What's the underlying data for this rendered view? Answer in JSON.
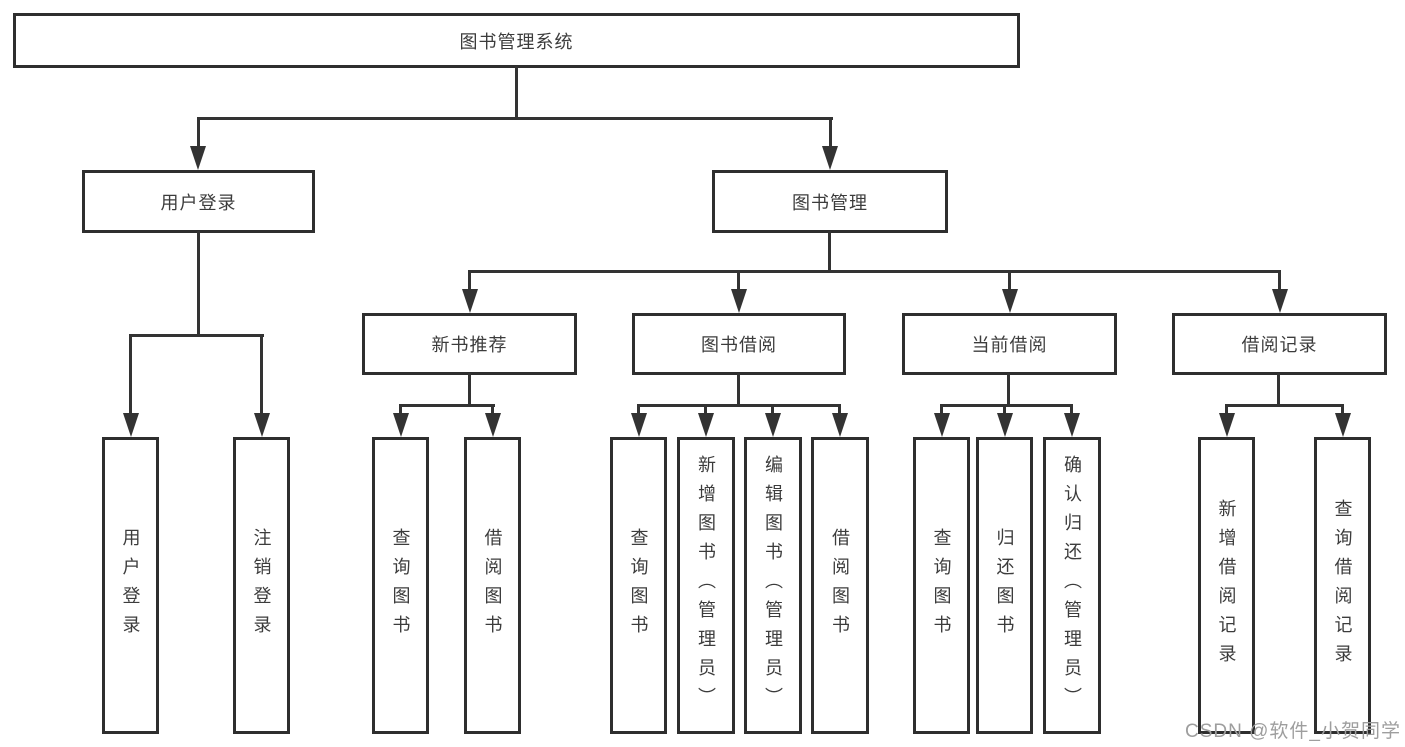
{
  "diagram": {
    "root": "图书管理系统",
    "branches": {
      "login": {
        "label": "用户登录",
        "children": {
          "user_login": "用户登录",
          "logout": "注销登录"
        }
      },
      "mgmt": {
        "label": "图书管理",
        "children": {
          "newbook": {
            "label": "新书推荐",
            "children": {
              "query": "查询图书",
              "borrow": "借阅图书"
            }
          },
          "borrow": {
            "label": "图书借阅",
            "children": {
              "query": "查询图书",
              "add": "新增图书（管理员）",
              "edit": "编辑图书（管理员）",
              "borrow": "借阅图书"
            }
          },
          "current": {
            "label": "当前借阅",
            "children": {
              "query": "查询图书",
              "return": "归还图书",
              "confirm": "确认归还（管理员）"
            }
          },
          "records": {
            "label": "借阅记录",
            "children": {
              "add": "新增借阅记录",
              "query": "查询借阅记录"
            }
          }
        }
      }
    }
  },
  "watermark": "CSDN @软件_小贺同学",
  "colors": {
    "line": "#333333",
    "box_border": "#2e2e2e",
    "text": "#3c3c3c",
    "watermark": "#9e9e9e",
    "background": "#ffffff"
  }
}
